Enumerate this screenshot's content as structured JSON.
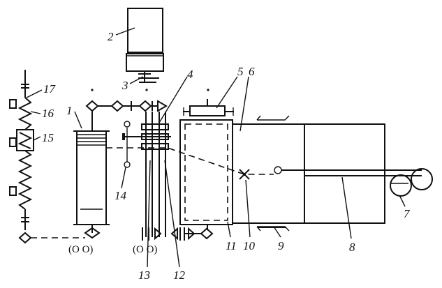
{
  "callouts": [
    "1",
    "2",
    "3",
    "4",
    "5",
    "6",
    "7",
    "8",
    "9",
    "10",
    "11",
    "12",
    "13",
    "14",
    "15",
    "16",
    "17"
  ],
  "bearing_symbols": [
    "(O O)",
    "(O O)"
  ]
}
